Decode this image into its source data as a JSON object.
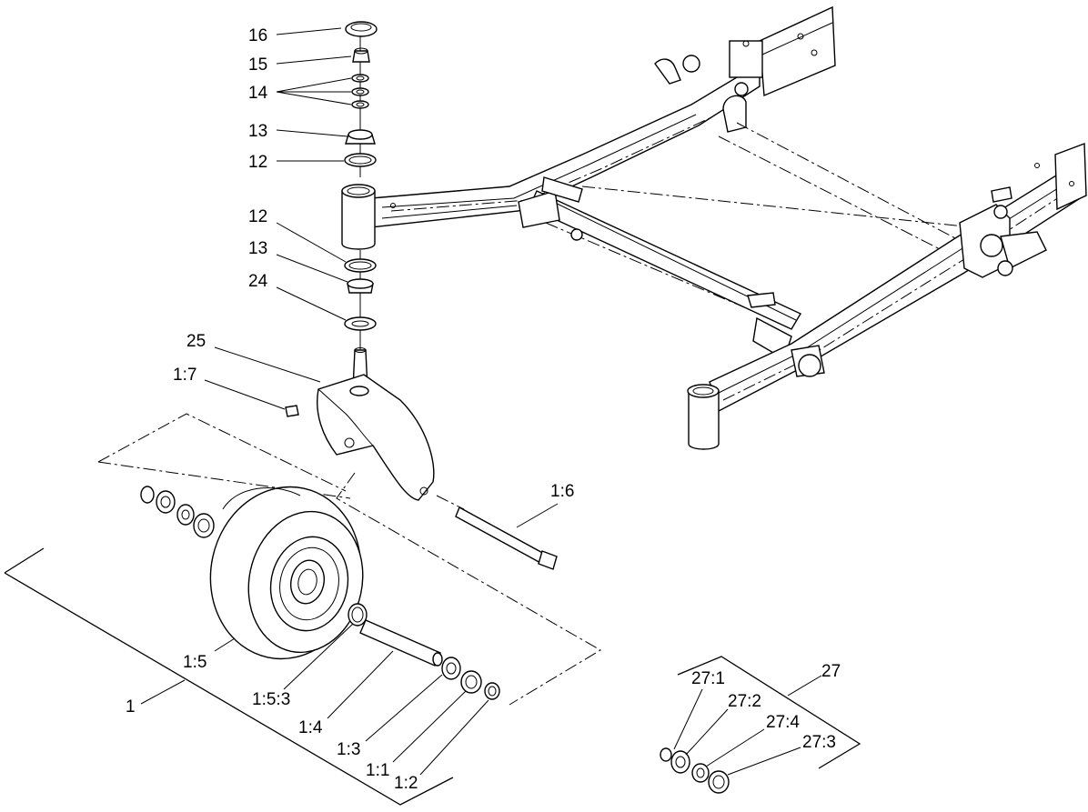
{
  "diagram": {
    "type": "exploded parts diagram",
    "callouts": [
      {
        "id": "c16",
        "text": "16"
      },
      {
        "id": "c15",
        "text": "15"
      },
      {
        "id": "c14",
        "text": "14"
      },
      {
        "id": "c13a",
        "text": "13"
      },
      {
        "id": "c12a",
        "text": "12"
      },
      {
        "id": "c12b",
        "text": "12"
      },
      {
        "id": "c13b",
        "text": "13"
      },
      {
        "id": "c24",
        "text": "24"
      },
      {
        "id": "c25",
        "text": "25"
      },
      {
        "id": "c1_7",
        "text": "1:7"
      },
      {
        "id": "c1_6",
        "text": "1:6"
      },
      {
        "id": "c1_5",
        "text": "1:5"
      },
      {
        "id": "c1",
        "text": "1"
      },
      {
        "id": "c1_5_3",
        "text": "1:5:3"
      },
      {
        "id": "c1_4",
        "text": "1:4"
      },
      {
        "id": "c1_3",
        "text": "1:3"
      },
      {
        "id": "c1_1",
        "text": "1:1"
      },
      {
        "id": "c1_2",
        "text": "1:2"
      },
      {
        "id": "c27",
        "text": "27"
      },
      {
        "id": "c27_1",
        "text": "27:1"
      },
      {
        "id": "c27_2",
        "text": "27:2"
      },
      {
        "id": "c27_4",
        "text": "27:4"
      },
      {
        "id": "c27_3",
        "text": "27:3"
      }
    ]
  }
}
